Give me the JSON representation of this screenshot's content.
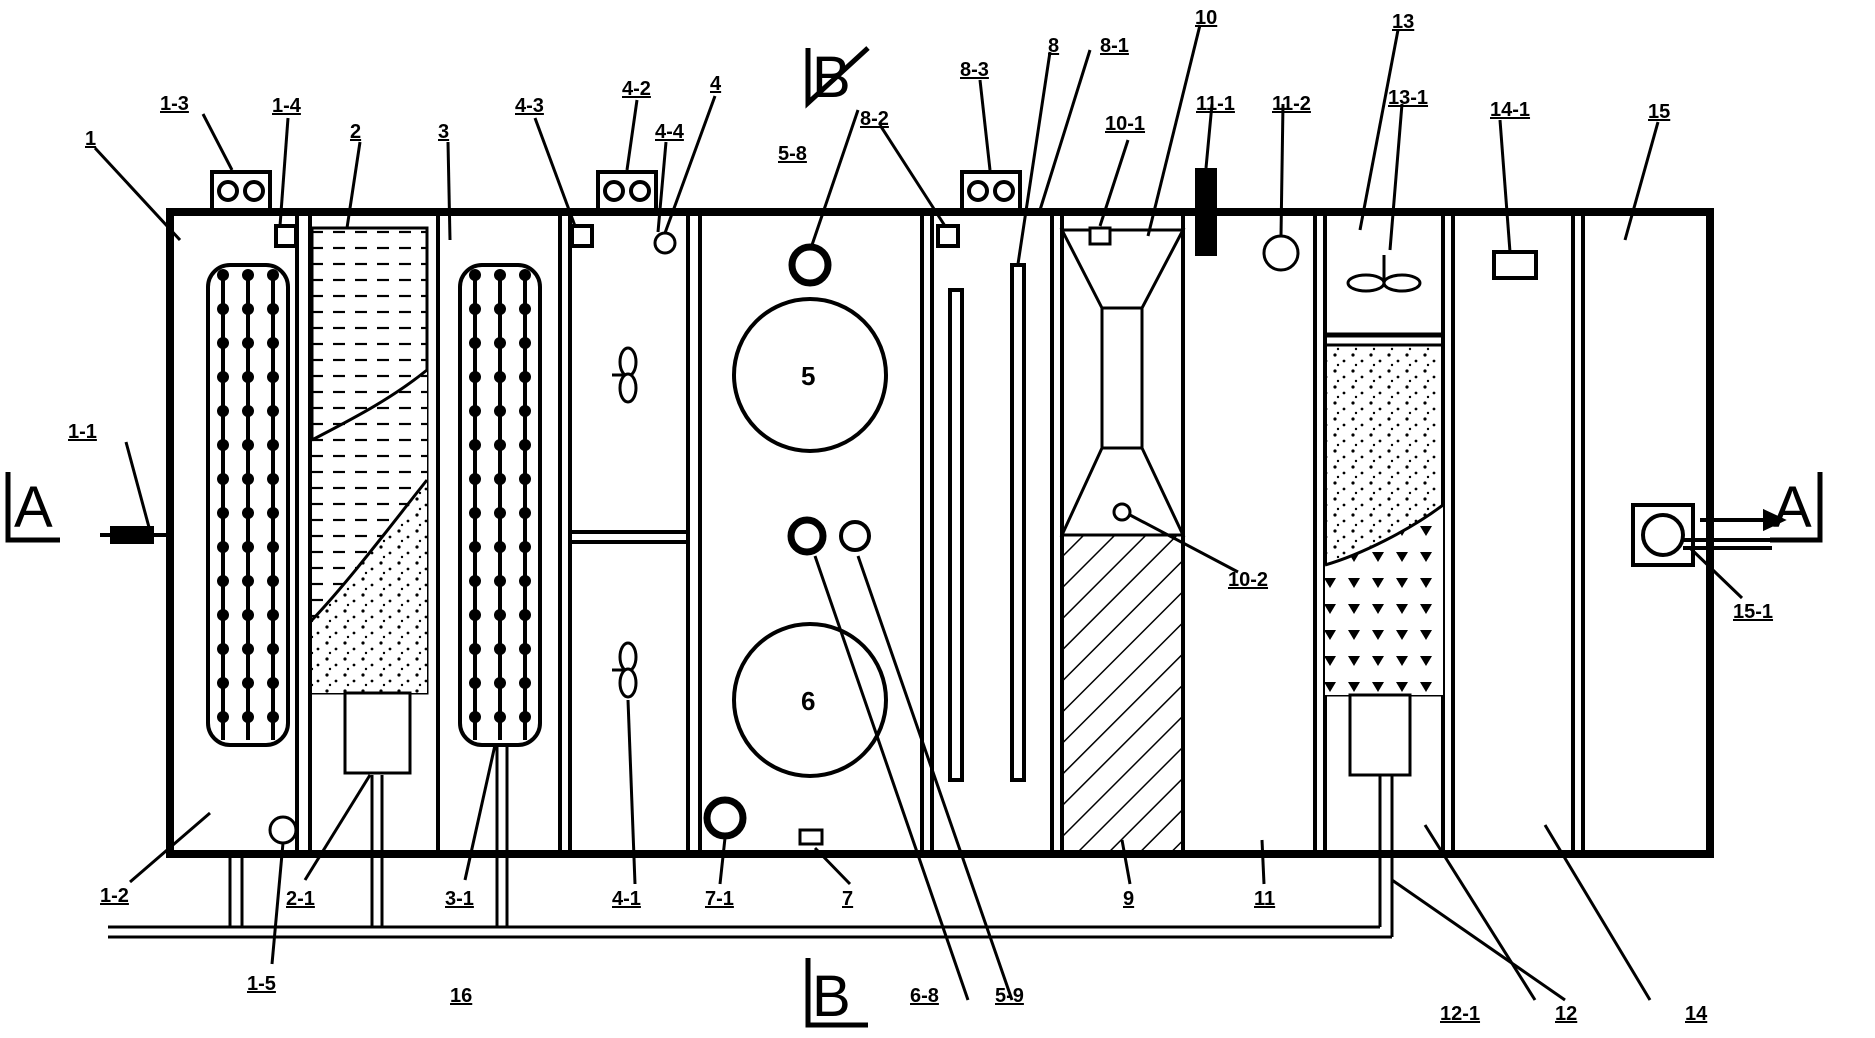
{
  "colors": {
    "ink": "#000000",
    "paper": "#ffffff"
  },
  "section_marks": {
    "A_left": "A",
    "A_right": "A",
    "B_top": "B",
    "B_bottom": "B"
  },
  "tank_numbers": {
    "t5": "5",
    "t6": "6"
  },
  "labels": {
    "l1": "1",
    "l1_1": "1-1",
    "l1_2": "1-2",
    "l1_3": "1-3",
    "l1_4": "1-4",
    "l1_5": "1-5",
    "l2": "2",
    "l2_1": "2-1",
    "l3": "3",
    "l3_1": "3-1",
    "l4": "4",
    "l4_1": "4-1",
    "l4_2": "4-2",
    "l4_3": "4-3",
    "l4_4": "4-4",
    "l5_8": "5-8",
    "l5_9": "5-9",
    "l6_8": "6-8",
    "l7": "7",
    "l7_1": "7-1",
    "l8": "8",
    "l8_1": "8-1",
    "l8_2": "8-2",
    "l8_3": "8-3",
    "l9": "9",
    "l10": "10",
    "l10_1": "10-1",
    "l10_2": "10-2",
    "l11": "11",
    "l11_1": "11-1",
    "l11_2": "11-2",
    "l12": "12",
    "l12_1": "12-1",
    "l13": "13",
    "l13_1": "13-1",
    "l14": "14",
    "l14_1": "14-1",
    "l15": "15",
    "l15_1": "15-1",
    "l16": "16"
  }
}
